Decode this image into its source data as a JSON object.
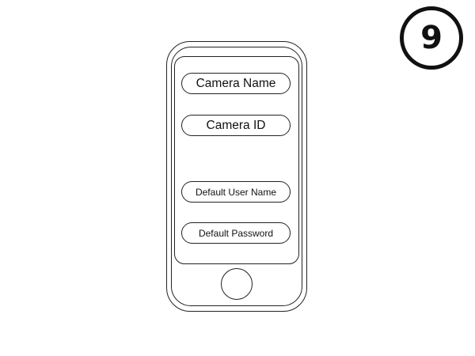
{
  "step": {
    "number": "9"
  },
  "phone": {
    "fields": [
      {
        "label": "Camera Name"
      },
      {
        "label": "Camera ID"
      },
      {
        "label": "Default User Name"
      },
      {
        "label": "Default Password"
      }
    ]
  },
  "colors": {
    "line": "#222222",
    "background": "#ffffff"
  }
}
